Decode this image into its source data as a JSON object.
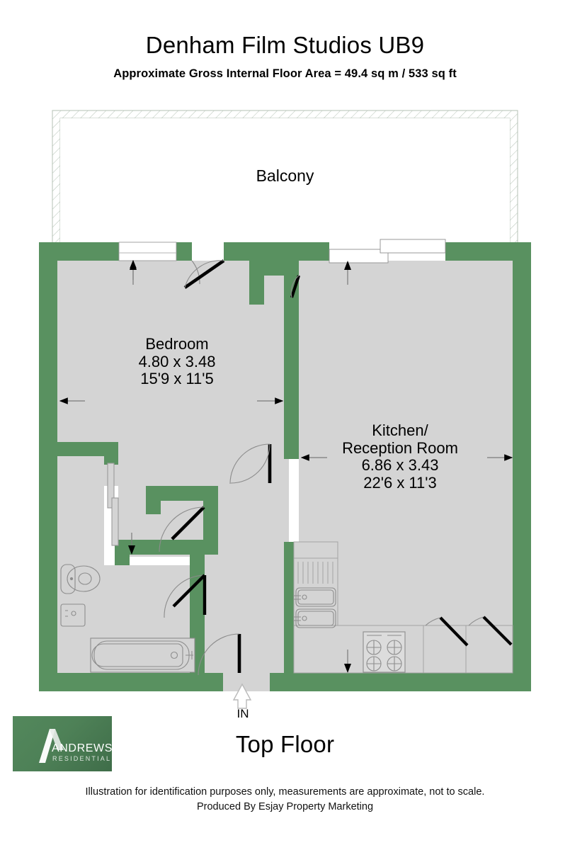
{
  "header": {
    "title": "Denham Film Studios UB9",
    "subtitle": "Approximate Gross Internal Floor Area = 49.4 sq m / 533 sq ft"
  },
  "plan": {
    "balcony_label": "Balcony",
    "rooms": [
      {
        "id": "bedroom",
        "name": "Bedroom",
        "metric": "4.80 x 3.48",
        "imperial": "15'9 x 11'5"
      },
      {
        "id": "kitchen-reception",
        "name_line1": "Kitchen/",
        "name_line2": "Reception Room",
        "metric": "6.86 x 3.43",
        "imperial": "22'6 x 11'3"
      }
    ],
    "entry_label": "IN",
    "floor_label": "Top Floor",
    "colors": {
      "wall": "#599160",
      "floor": "#d4d4d4",
      "fixture_stroke": "#8d8d8d",
      "door_leaf": "#000000",
      "railing": "#c9d3c9"
    }
  },
  "logo": {
    "brand": "ANDREWS",
    "tagline": "RESIDENTIAL",
    "background": "#4e8157"
  },
  "footer": {
    "line1": "Illustration for identification purposes only, measurements are approximate, not to scale.",
    "line2": "Produced By Esjay Property Marketing"
  }
}
